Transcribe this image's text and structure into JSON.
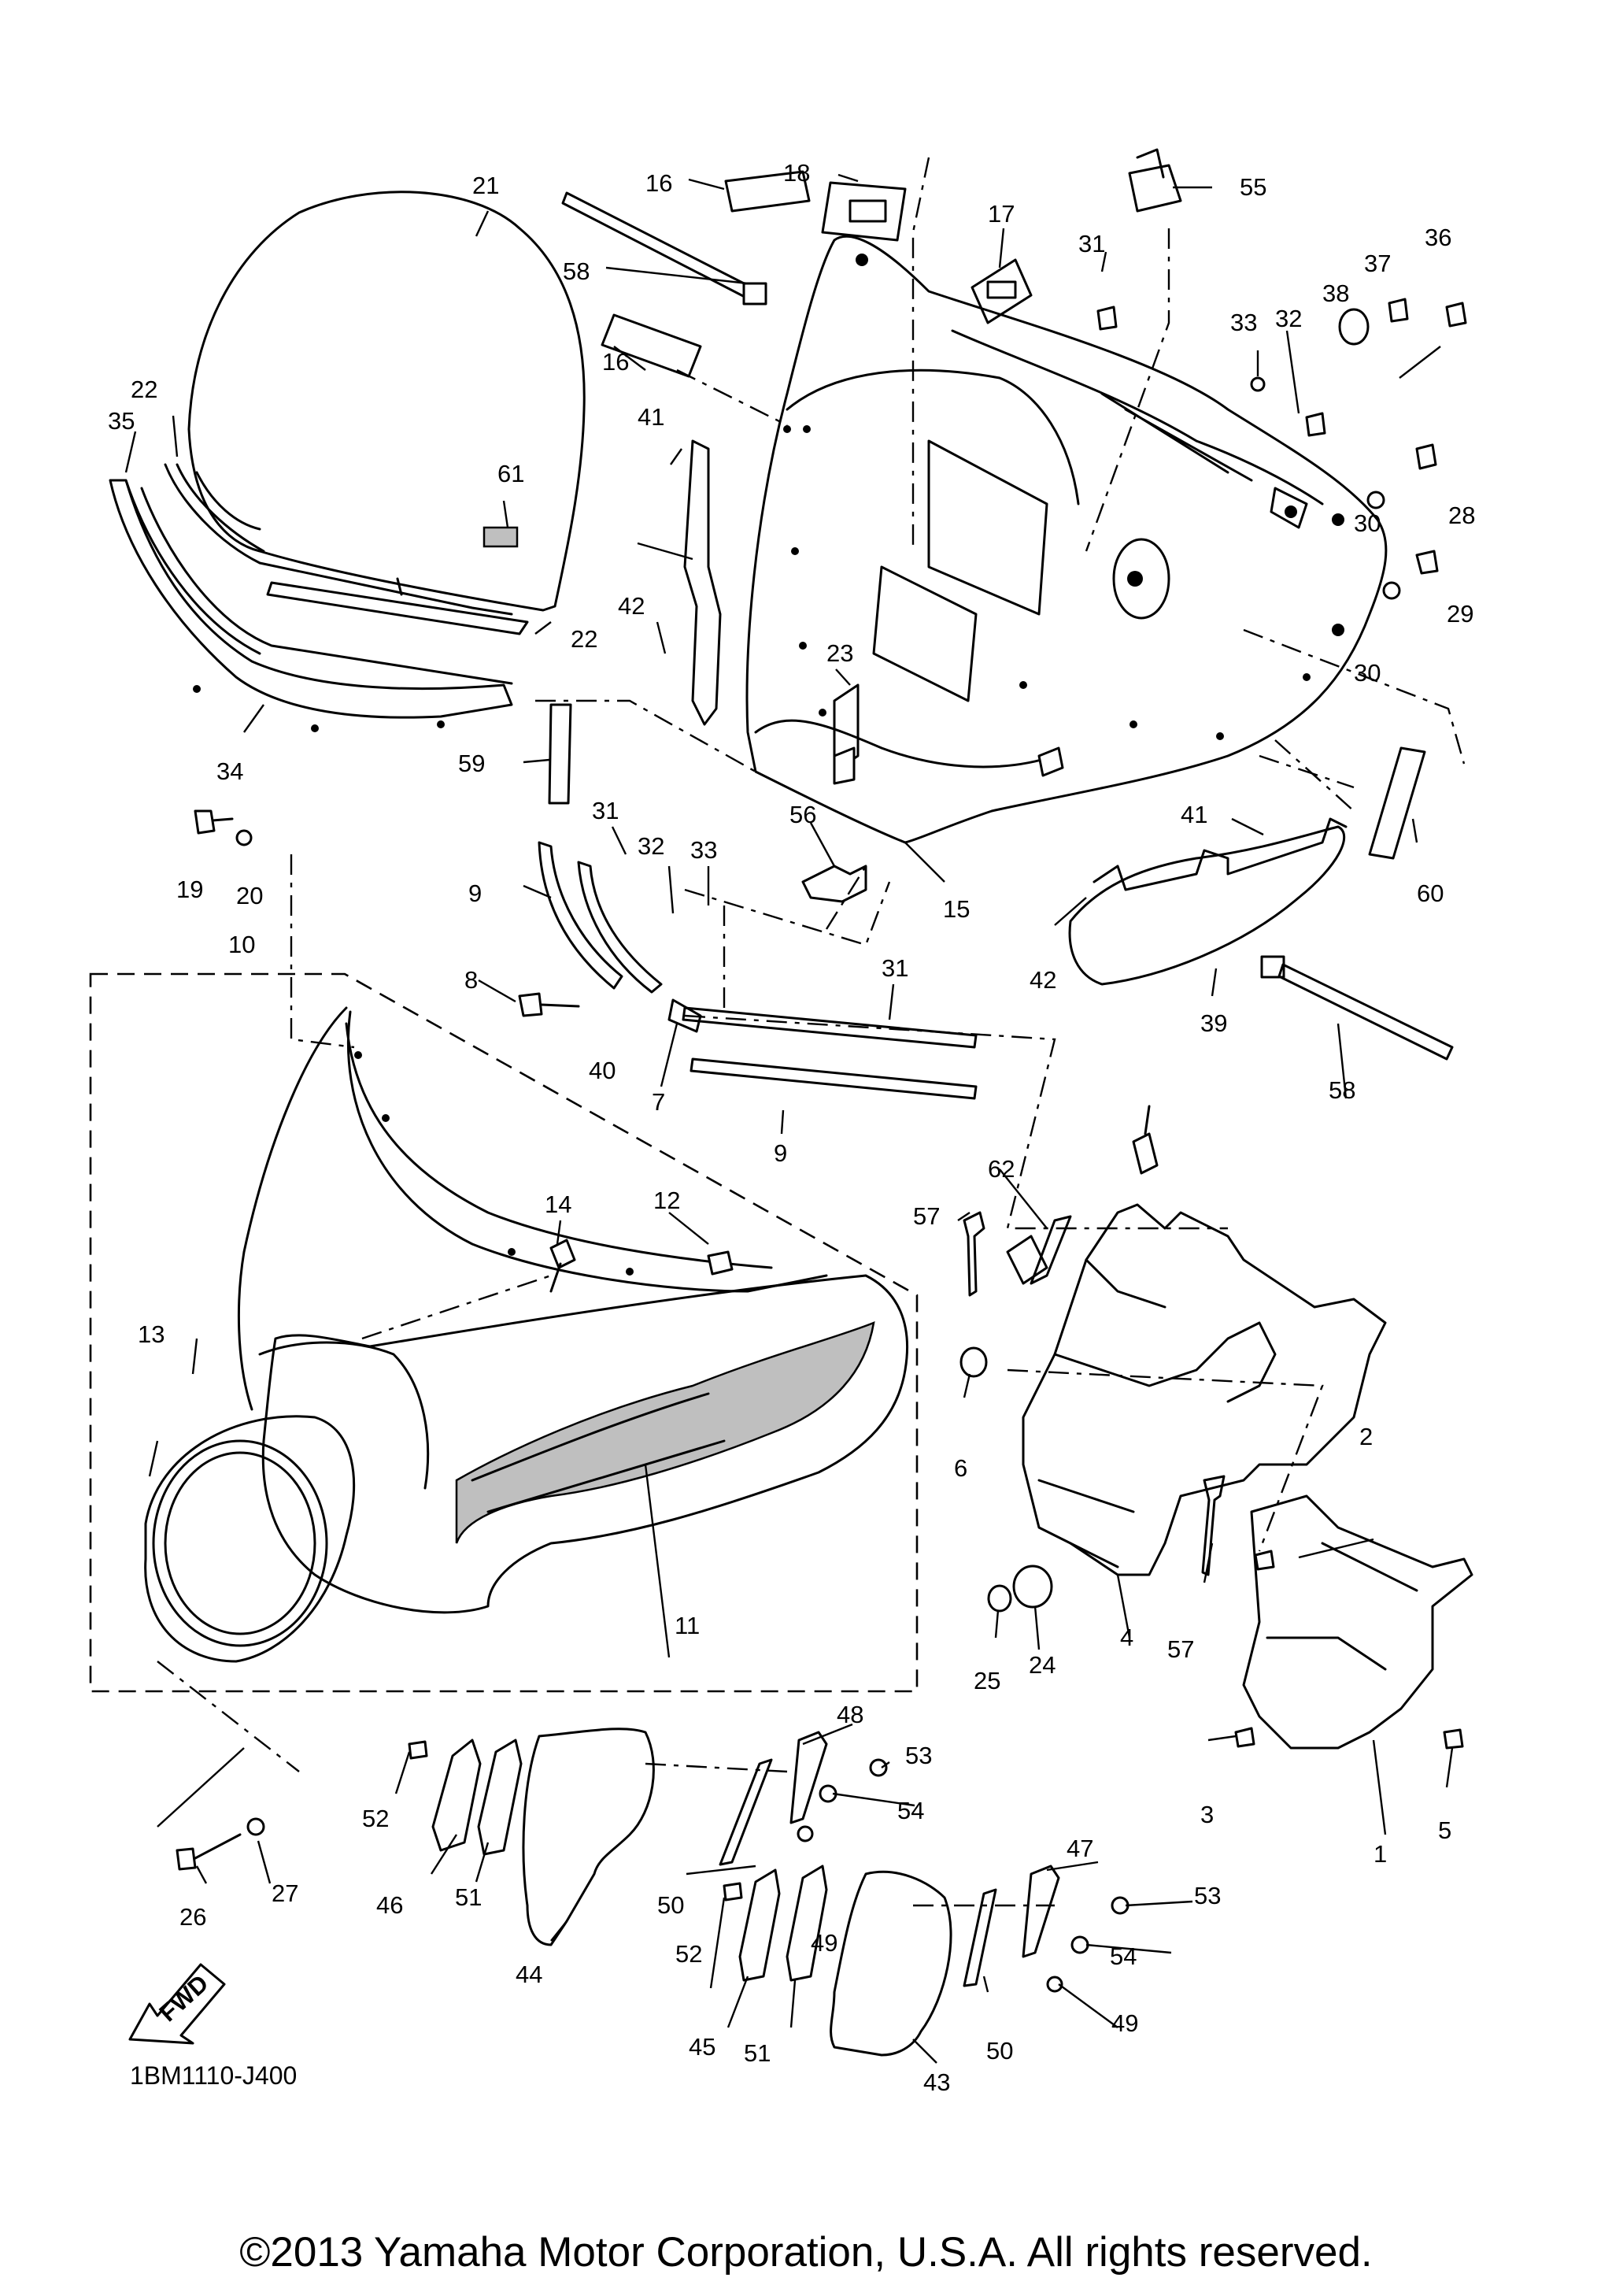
{
  "diagram": {
    "callouts": [
      "1",
      "2",
      "3",
      "4",
      "5",
      "6",
      "7",
      "8",
      "9",
      "9",
      "10",
      "11",
      "12",
      "13",
      "14",
      "15",
      "16",
      "16",
      "17",
      "18",
      "19",
      "20",
      "21",
      "22",
      "22",
      "23",
      "24",
      "25",
      "26",
      "27",
      "28",
      "29",
      "30",
      "30",
      "31",
      "31",
      "31",
      "32",
      "32",
      "33",
      "33",
      "34",
      "35",
      "36",
      "37",
      "38",
      "39",
      "40",
      "41",
      "41",
      "42",
      "42",
      "43",
      "44",
      "45",
      "46",
      "47",
      "48",
      "49",
      "49",
      "50",
      "50",
      "51",
      "51",
      "52",
      "52",
      "53",
      "53",
      "54",
      "54",
      "55",
      "56",
      "57",
      "57",
      "58",
      "58",
      "59",
      "60",
      "61",
      "62"
    ],
    "fwd_label": "FWD",
    "diagram_code": "1BM1110-J400",
    "copyright": "©2013 Yamaha Motor Corporation, U.S.A. All rights reserved."
  }
}
